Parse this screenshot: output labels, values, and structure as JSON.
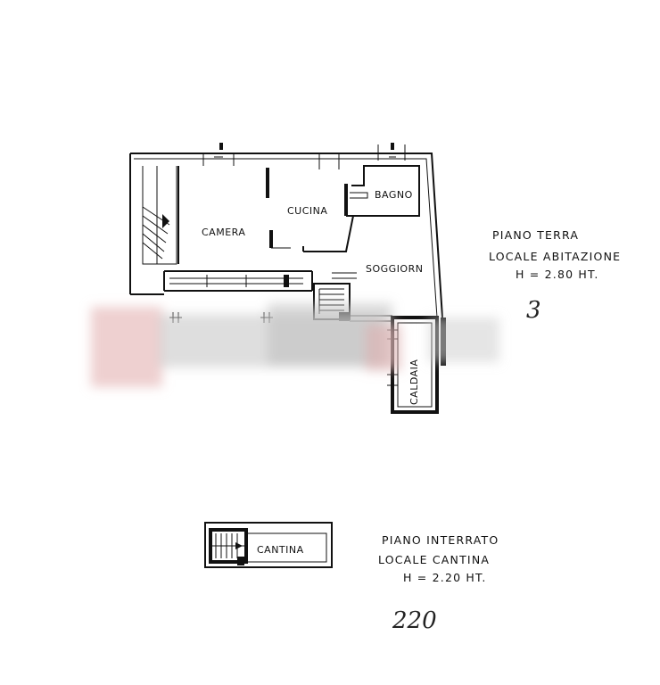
{
  "rooms": {
    "camera": "CAMERA",
    "cucina": "CUCINA",
    "bagno": "BAGNO",
    "soggiorno": "SOGGIORN",
    "caldaia": "CALDAIA",
    "cantina": "CANTINA"
  },
  "ground_floor": {
    "title": "PIANO TERRA",
    "subtitle": "LOCALE ABITAZIONE",
    "height": "H = 2.80 HT."
  },
  "basement": {
    "title": "PIANO INTERRATO",
    "subtitle": "LOCALE CANTINA",
    "height": "H = 2.20 HT."
  },
  "handwritten": {
    "ground": "3",
    "basement": "220"
  },
  "colors": {
    "ink": "#111111",
    "blur_red": "#e8b8b8",
    "blur_grey": "#bdbdbd"
  }
}
